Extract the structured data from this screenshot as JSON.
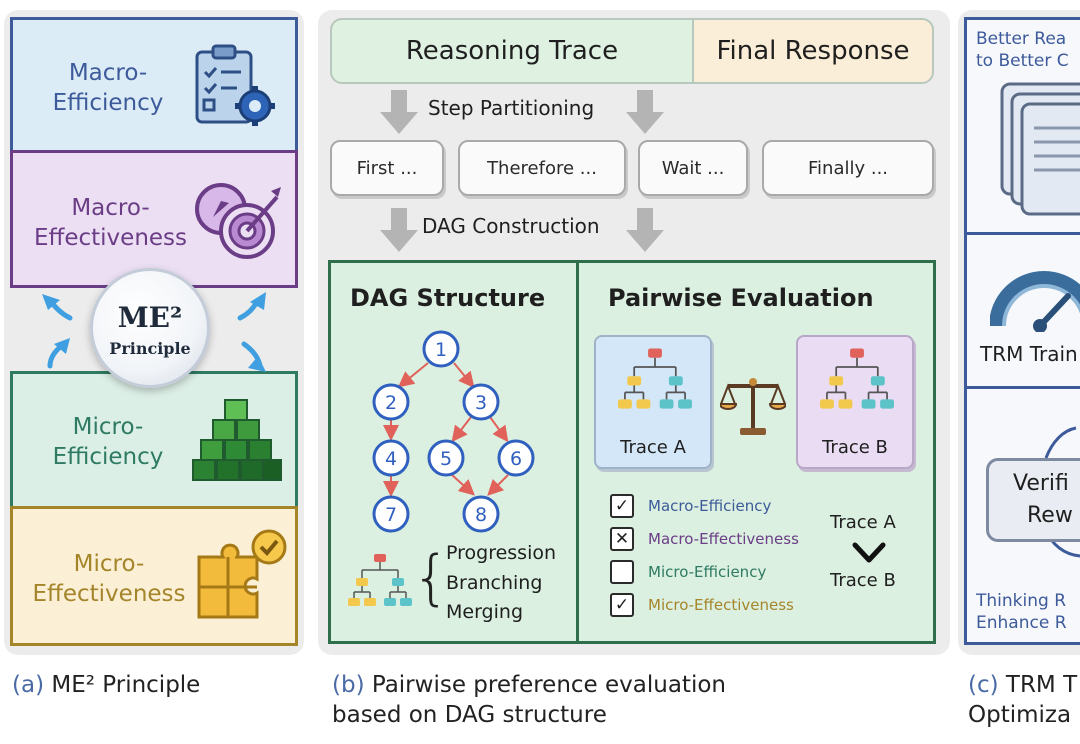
{
  "panel_a": {
    "cells": [
      {
        "label": "Macro-\nEfficiency",
        "icon": "clipboard-gear-icon"
      },
      {
        "label": "Macro-\nEffectiveness",
        "icon": "target-compass-icon"
      },
      {
        "label": "Micro-\nEfficiency",
        "icon": "cubes-icon"
      },
      {
        "label": "Micro-\nEffectiveness",
        "icon": "puzzle-check-icon"
      }
    ],
    "badge_title": "ME²",
    "badge_subtitle": "Principle",
    "caption_tag": "(a)",
    "caption_text": "ME² Principle"
  },
  "panel_b": {
    "reasoning_trace": "Reasoning Trace",
    "final_response": "Final Response",
    "step_partitioning": "Step Partitioning",
    "steps": [
      "First ...",
      "Therefore ...",
      "Wait ...",
      "Finally ..."
    ],
    "dag_construction": "DAG Construction",
    "dag_title": "DAG Structure",
    "dag_nodes": [
      "1",
      "2",
      "3",
      "4",
      "5",
      "6",
      "7",
      "8"
    ],
    "relations": [
      "Progression",
      "Branching",
      "Merging"
    ],
    "pairwise_title": "Pairwise Evaluation",
    "trace_a": "Trace A",
    "trace_b": "Trace B",
    "criteria": [
      {
        "label": "Macro-Efficiency",
        "mark": "✓",
        "color": "#3d5a9a"
      },
      {
        "label": "Macro-Effectiveness",
        "mark": "✕",
        "color": "#6b3d86"
      },
      {
        "label": "Micro-Efficiency",
        "mark": "",
        "color": "#2e7a63"
      },
      {
        "label": "Micro-Effectiveness",
        "mark": "✓",
        "color": "#a5852a"
      }
    ],
    "verdict_top": "Trace A",
    "verdict_bottom": "Trace B",
    "caption_tag": "(b)",
    "caption_line1": "Pairwise preference evaluation",
    "caption_line2": "based on DAG structure"
  },
  "panel_c": {
    "top_text_1": "Better Rea",
    "top_text_2": "to Better C",
    "trm_label": "TRM Train",
    "verifier_1": "Verifi",
    "verifier_2": "Rew",
    "bottom_text_1": "Thinking R",
    "bottom_text_2": "Enhance R",
    "caption_tag": "(c)",
    "caption_line1": "TRM T",
    "caption_line2": "Optimiza"
  },
  "colors": {
    "macro_efficiency": "#3d5a9a",
    "macro_effectiveness": "#6b3d86",
    "micro_efficiency": "#2e7a63",
    "micro_effectiveness": "#a5852a",
    "dag_green": "#2f6e4a"
  }
}
